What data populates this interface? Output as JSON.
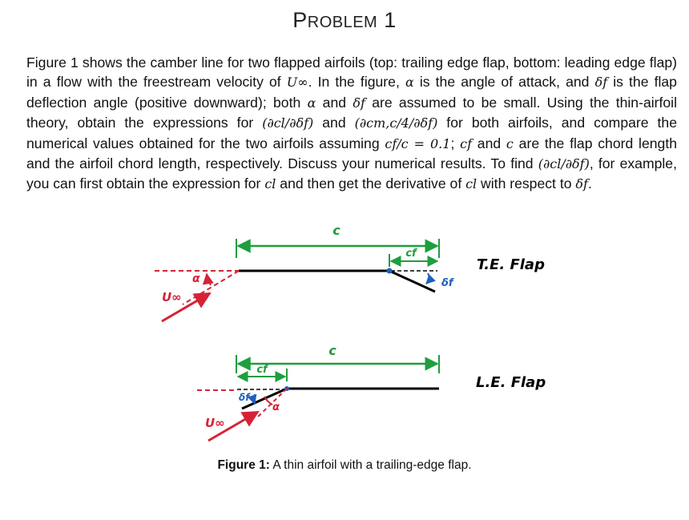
{
  "title": {
    "first": "P",
    "rest": "ROBLEM",
    "number": " 1"
  },
  "paragraph": {
    "s1": "Figure 1 shows the camber line for two flapped airfoils (top: trailing edge flap, bottom: leading edge flap) in a flow with the freestream velocity of ",
    "uinf": "U∞",
    "s2": ". In the figure, ",
    "alpha1": "α",
    "s3": " is the angle of attack, and ",
    "delta1": "δf",
    "s4": " is the flap deflection angle (positive downward); both ",
    "alpha2": "α",
    "s5": " and ",
    "delta2": "δf",
    "s6": " are assumed to be small. Using the thin-airfoil theory, obtain the expressions for ",
    "expr1": "(∂cl/∂δf)",
    "s7": " and ",
    "expr2": "(∂cm,c/4/∂δf)",
    "s8": " for both airfoils, and compare the numerical values obtained for the two airfoils assuming ",
    "ratio": "cf/c = 0.1",
    "s9": "; ",
    "cf": "cf",
    "s10": " and ",
    "c": "c",
    "s11": " are the flap chord length and the airfoil chord length, respectively. Discuss your numerical results. To find ",
    "expr3": "(∂cl/∂δf)",
    "s12": ", for example, you can first obtain the expression for ",
    "cl1": "cl",
    "s13": " and then get the derivative of ",
    "cl2": "cl",
    "s14": " with respect to ",
    "delta3": "δf",
    "s15": "."
  },
  "figure": {
    "te_label": "T.E. Flap",
    "le_label": "L.E. Flap",
    "c_top": "c",
    "cf_top": "cf",
    "delta_top": "δf",
    "alpha_top": "α",
    "u_top": "U∞",
    "c_bottom": "c",
    "cf_bottom": "cf",
    "delta_bottom": "δf",
    "alpha_bottom": "α",
    "u_bottom": "U∞",
    "colors": {
      "green": "#1e9e3e",
      "red": "#d62236",
      "blue": "#1f5fbf",
      "black": "#000000"
    }
  },
  "caption": {
    "label": "Figure 1:",
    "text": " A thin airfoil with a trailing-edge flap."
  }
}
